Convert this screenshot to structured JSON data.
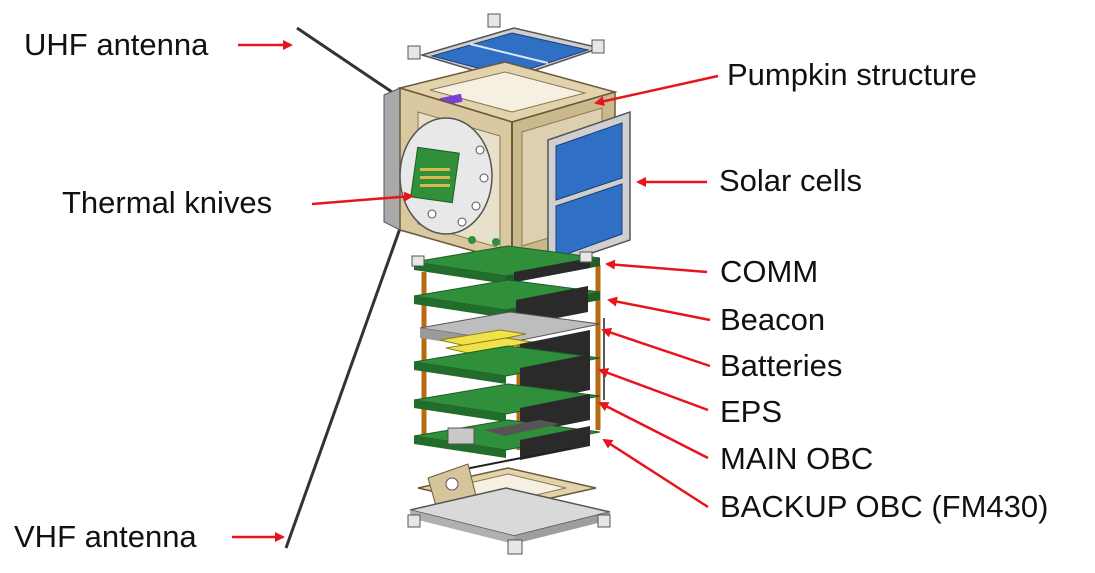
{
  "labels": {
    "uhf_antenna": "UHF antenna",
    "pumpkin_structure": "Pumpkin structure",
    "solar_cells": "Solar cells",
    "thermal_knives": "Thermal knives",
    "comm": "COMM",
    "beacon": "Beacon",
    "batteries": "Batteries",
    "eps": "EPS",
    "main_obc": "MAIN OBC",
    "backup_obc": "BACKUP OBC (FM430)",
    "vhf_antenna": "VHF antenna"
  },
  "colors": {
    "arrow": "#e8141b",
    "pcb": "#2f8f3a",
    "frame": "#d8c49c",
    "solar": "#2f6fc4",
    "connector": "#2a2a2a",
    "battery": "#f2e24a"
  }
}
